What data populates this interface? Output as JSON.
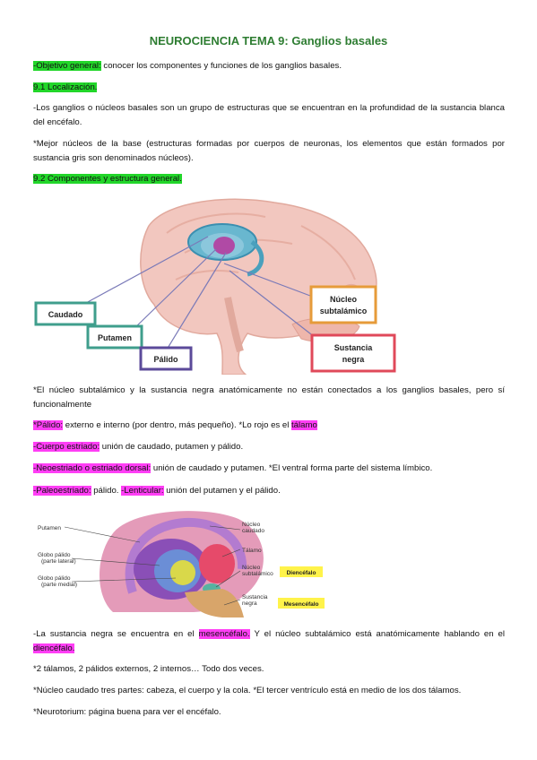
{
  "title": "NEUROCIENCIA TEMA 9: Ganglios basales",
  "objetivo": {
    "label": "-Objetivo general:",
    "text": " conocer los componentes y funciones de los ganglios basales."
  },
  "section1": "9.1 Localización.",
  "p1": "-Los ganglios o núcleos basales son un grupo de estructuras que se encuentran en la profundidad de la sustancia blanca del encéfalo.",
  "p2": "*Mejor núcleos de la base (estructuras formadas por cuerpos de neuronas, los elementos que están formados por sustancia gris son denominados núcleos).",
  "section2": "9.2 Componentes y estructura general.",
  "figure1": {
    "labels": {
      "caudado": "Caudado",
      "putamen": "Putamen",
      "palido": "Pálido",
      "nucleo1": "Núcleo",
      "nucleo2": "subtalámico",
      "sust1": "Sustancia",
      "sust2": "negra"
    },
    "box_colors": {
      "caudado": "#3f9e8c",
      "putamen": "#3f9e8c",
      "palido": "#5b4a9a",
      "nucleo": "#e69b3a",
      "sustancia": "#e0495a"
    }
  },
  "p3": "*El núcleo subtalámico y la sustancia negra anatómicamente no están conectados a los ganglios basales, pero sí funcionalmente",
  "palido": {
    "label": "*Pálido:",
    "text": " externo e interno (por dentro, más pequeño).  *Lo rojo es el ",
    "hl": "tálamo"
  },
  "cuerpo": {
    "label": "-Cuerpo estriado:",
    "text": " unión de caudado, putamen y pálido."
  },
  "neo": {
    "label": "-Neoestriado o estriado dorsal:",
    "text": " unión de caudado y putamen. *El ventral forma parte del sistema límbico."
  },
  "paleo": {
    "label": "-Paleoestriado:",
    "text": " pálido. ",
    "label2": "-Lenticular:",
    "text2": " unión del putamen y el pálido."
  },
  "figure2": {
    "left": [
      "Putamen",
      "Globo pálido",
      "(parte lateral)",
      "Globo pálido",
      "(parte medial)"
    ],
    "right": [
      "Núcleo",
      "caudado",
      "Tálamo",
      "Núcleo",
      "subtalámico",
      "Sustancia",
      "negra"
    ],
    "tags": {
      "diencefalo": "Diencéfalo",
      "mesencefalo": "Mesencéfalo"
    }
  },
  "p4": {
    "a": "-La sustancia negra se encuentra en el ",
    "hl1": "mesencéfalo.",
    "b": " Y el núcleo subtalámico está anatómicamente hablando en el ",
    "hl2": "diencéfalo."
  },
  "p5": "*2 tálamos, 2 pálidos externos, 2 internos… Todo dos veces.",
  "p6": "*Núcleo caudado tres partes: cabeza, el cuerpo y la cola. *El tercer ventrículo está en medio de los dos tálamos.",
  "p7": "*Neurotorium: página buena para ver el encéfalo."
}
